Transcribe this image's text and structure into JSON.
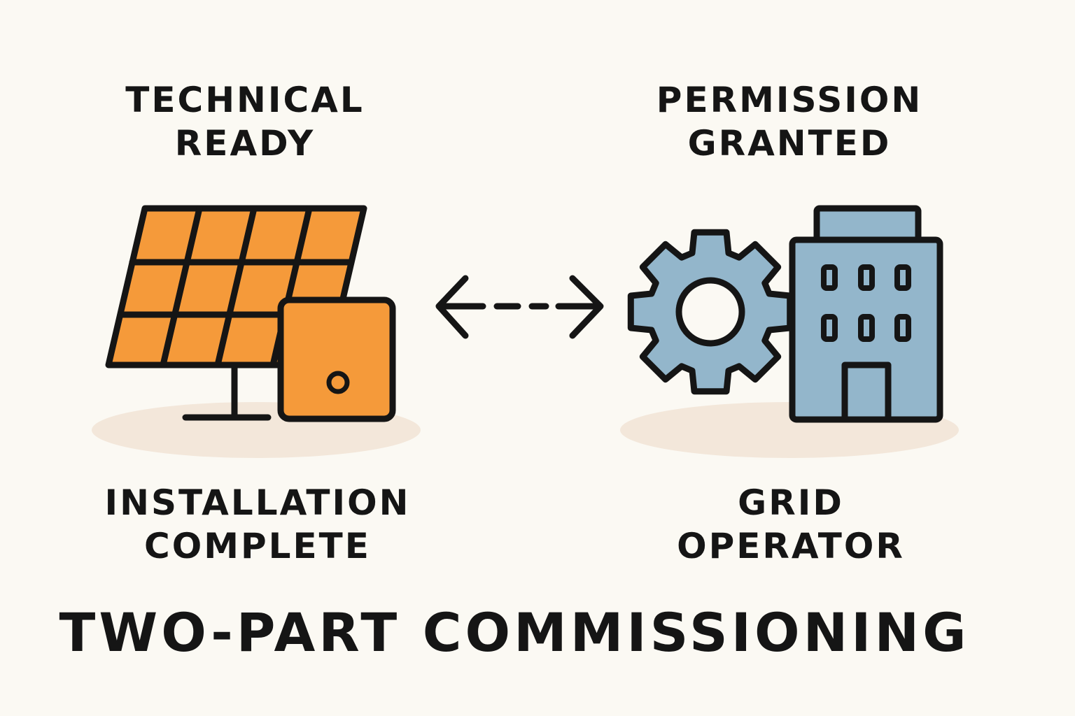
{
  "left": {
    "top_label": [
      "TECHNICAL",
      "READY"
    ],
    "bottom_label": [
      "INSTALLATION",
      "COMPLETE"
    ]
  },
  "right": {
    "top_label": [
      "PERMISSION",
      "GRANTED"
    ],
    "bottom_label": [
      "GRID",
      "OPERATOR"
    ]
  },
  "title": "TWO-PART COMMISSIONING",
  "colors": {
    "background": "#fbf9f3",
    "solar": "#f59a3a",
    "grid": "#93b6cb",
    "shadow": "#f3e7da",
    "outline": "#151515"
  },
  "icons": [
    "solar-panel-icon",
    "inverter-icon",
    "bidirectional-arrow-icon",
    "gear-icon",
    "building-icon"
  ]
}
